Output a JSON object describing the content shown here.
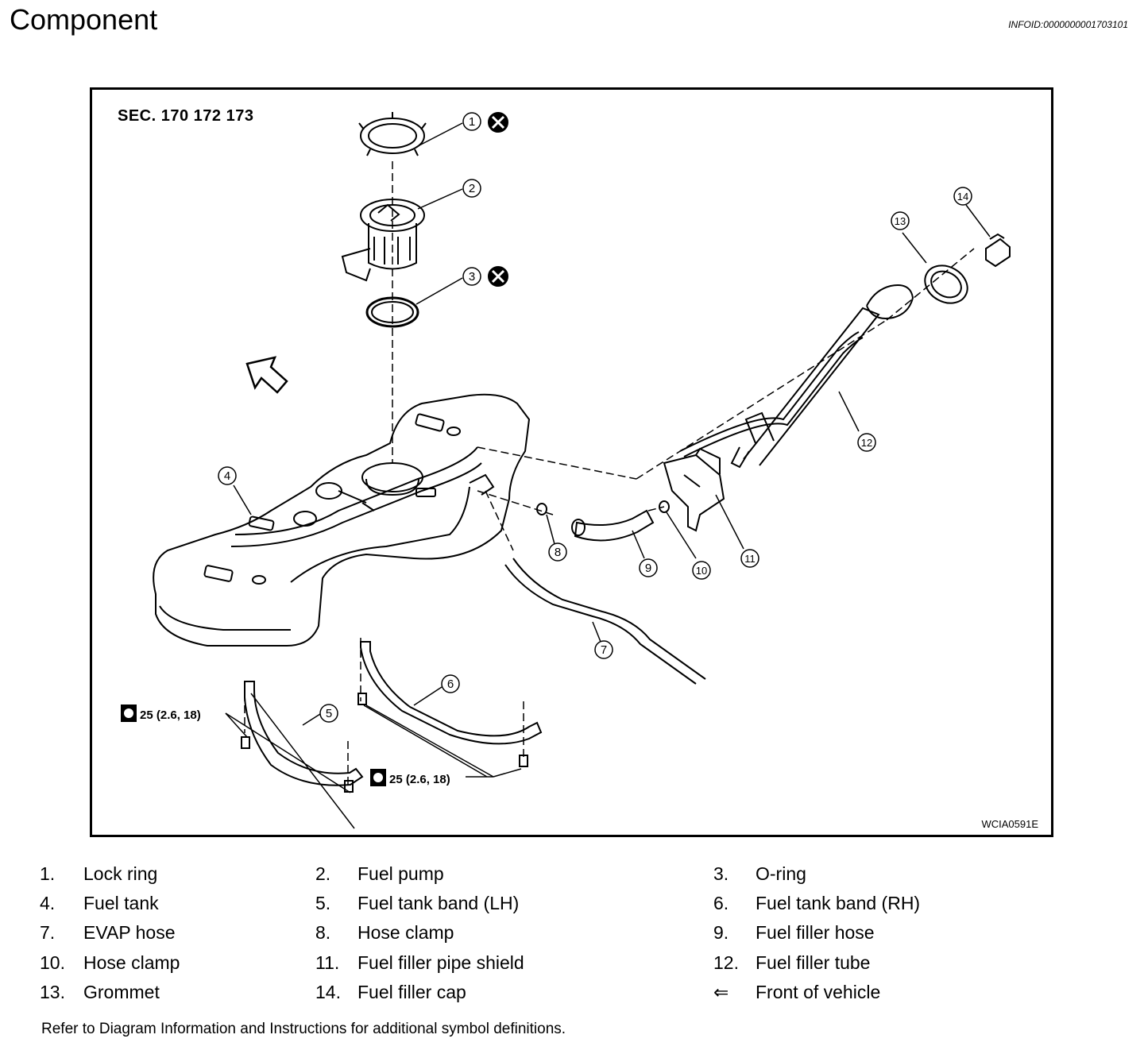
{
  "header": {
    "title": "Component",
    "infoid": "INFOID:0000000001703101"
  },
  "figure": {
    "section": "SEC. 170   172   173",
    "figure_id": "WCIA0591E",
    "torque_spec": "25 (2.6, 18)",
    "callouts": [
      "1",
      "2",
      "3",
      "4",
      "5",
      "6",
      "7",
      "8",
      "9",
      "10",
      "11",
      "12",
      "13",
      "14"
    ]
  },
  "legend": [
    {
      "num": "1.",
      "label": "Lock ring"
    },
    {
      "num": "2.",
      "label": "Fuel pump"
    },
    {
      "num": "3.",
      "label": "O-ring"
    },
    {
      "num": "4.",
      "label": "Fuel tank"
    },
    {
      "num": "5.",
      "label": "Fuel tank band (LH)"
    },
    {
      "num": "6.",
      "label": "Fuel tank band (RH)"
    },
    {
      "num": "7.",
      "label": "EVAP hose"
    },
    {
      "num": "8.",
      "label": "Hose clamp"
    },
    {
      "num": "9.",
      "label": "Fuel filler hose"
    },
    {
      "num": "10.",
      "label": "Hose clamp"
    },
    {
      "num": "11.",
      "label": "Fuel filler pipe shield"
    },
    {
      "num": "12.",
      "label": "Fuel filler tube"
    },
    {
      "num": "13.",
      "label": "Grommet"
    },
    {
      "num": "14.",
      "label": "Fuel filler cap"
    },
    {
      "num": "⇐",
      "label": "Front of vehicle"
    }
  ],
  "note": "Refer to Diagram Information and Instructions for additional symbol definitions."
}
